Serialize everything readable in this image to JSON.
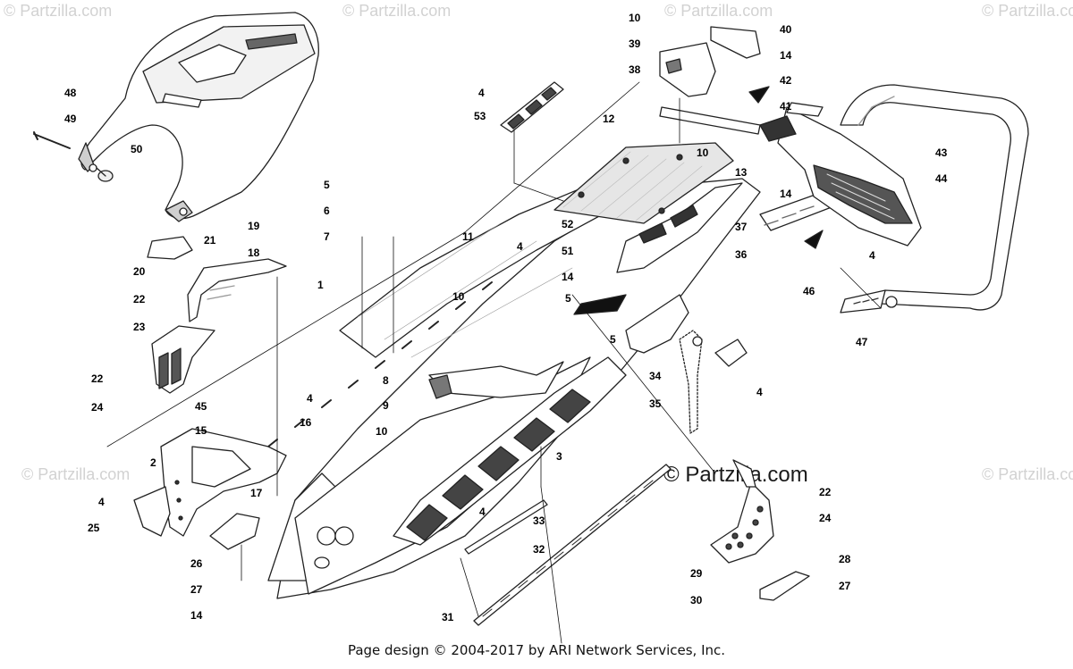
{
  "watermark_text": "© Partzilla.com",
  "watermark_main": "© Partzilla.com",
  "footer_text": "Page design © 2004-2017 by ARI Network Services, Inc.",
  "callouts": {
    "c1": "1",
    "c2": "2",
    "c3": "3",
    "c4a": "4",
    "c4b": "4",
    "c4c": "4",
    "c4d": "4",
    "c4e": "4",
    "c4f": "4",
    "c4g": "4",
    "c5a": "5",
    "c5b": "5",
    "c5c": "5",
    "c6": "6",
    "c7": "7",
    "c8": "8",
    "c9": "9",
    "c10a": "10",
    "c10b": "10",
    "c10c": "10",
    "c10d": "10",
    "c11": "11",
    "c12": "12",
    "c13": "13",
    "c14a": "14",
    "c14b": "14",
    "c14c": "14",
    "c14d": "14",
    "c15": "15",
    "c16": "16",
    "c17": "17",
    "c18": "18",
    "c19": "19",
    "c20": "20",
    "c21": "21",
    "c22a": "22",
    "c22b": "22",
    "c22c": "22",
    "c23": "23",
    "c24a": "24",
    "c24b": "24",
    "c25": "25",
    "c26": "26",
    "c27a": "27",
    "c27b": "27",
    "c28": "28",
    "c29": "29",
    "c30": "30",
    "c31": "31",
    "c32": "32",
    "c33": "33",
    "c34": "34",
    "c35": "35",
    "c36": "36",
    "c37": "37",
    "c38": "38",
    "c39": "39",
    "c40": "40",
    "c41": "41",
    "c42": "42",
    "c43": "43",
    "c44": "44",
    "c45": "45",
    "c46": "46",
    "c47": "47",
    "c48": "48",
    "c49": "49",
    "c50": "50",
    "c51": "51",
    "c52": "52",
    "c53": "53"
  }
}
